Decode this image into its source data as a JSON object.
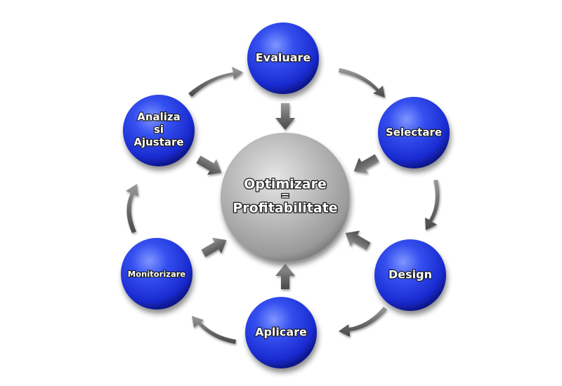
{
  "center": {
    "lines": [
      "Optimizare",
      "=",
      "Profitabilitate"
    ]
  },
  "nodes": [
    {
      "id": "evaluare",
      "lines": [
        "Evaluare"
      ]
    },
    {
      "id": "selectare",
      "lines": [
        "Selectare"
      ]
    },
    {
      "id": "design",
      "lines": [
        "Design"
      ]
    },
    {
      "id": "aplicare",
      "lines": [
        "Aplicare"
      ]
    },
    {
      "id": "monitorizare",
      "lines": [
        "Monitorizare"
      ]
    },
    {
      "id": "analiza",
      "lines": [
        "Analiza",
        "si",
        "Ajustare"
      ]
    }
  ],
  "colors": {
    "node_fill": "#2a40e0",
    "node_highlight": "#6f86ff",
    "node_shadow": "#0b1480",
    "center_fill": "#b5b5b5",
    "center_highlight": "#e2e2e2",
    "center_shadow": "#7a7a7a",
    "arrow": "#6a6a6a",
    "arrow_highlight": "#a8a8a8"
  }
}
